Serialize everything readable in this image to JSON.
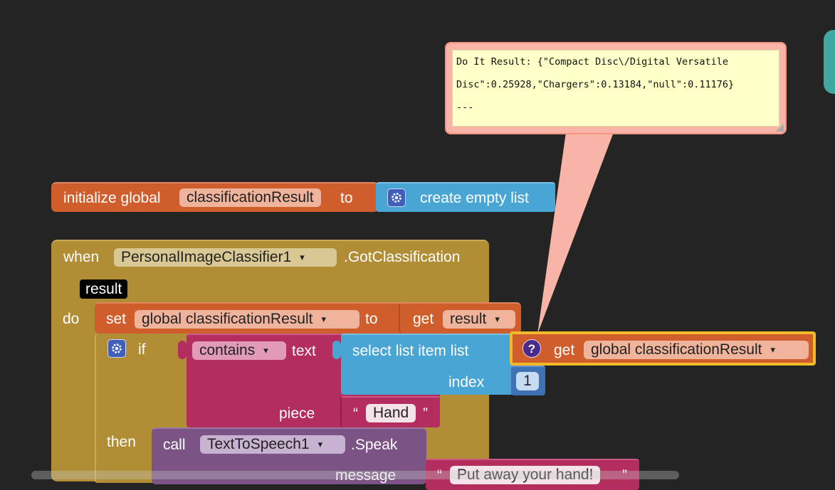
{
  "comment": {
    "lines": [
      "Do It Result: {\"Compact Disc\\/Digital Versatile",
      "Disc\":0.25928,\"Chargers\":0.13184,\"null\":0.11176}",
      "---"
    ]
  },
  "init_block": {
    "keyword": "initialize global",
    "var_name": "classificationResult",
    "to": "to",
    "list_block": "create empty list"
  },
  "event_block": {
    "when": "when",
    "component": "PersonalImageClassifier1",
    "event": ".GotClassification",
    "param": "result",
    "do": "do"
  },
  "set_block": {
    "set": "set",
    "var": "global classificationResult",
    "to": "to",
    "get": "get",
    "get_var": "result"
  },
  "if_block": {
    "if": "if",
    "contains": "contains",
    "text": "text",
    "piece": "piece",
    "then": "then"
  },
  "select_block": {
    "label": "select list item  list",
    "index": "index",
    "index_value": "1"
  },
  "get_global": {
    "get": "get",
    "var": "global classificationResult",
    "warning_icon": "?"
  },
  "text_hand": {
    "open_quote": "“",
    "value": "Hand",
    "close_quote": "”"
  },
  "call_block": {
    "call": "call",
    "component": "TextToSpeech1",
    "method": ".Speak",
    "message": "message"
  },
  "text_message": {
    "open_quote": "“",
    "value": "Put away your hand!",
    "close_quote": "”"
  },
  "colors": {
    "variable": "#d05e2d",
    "event": "#b18e35",
    "control": "#b18e35",
    "text": "#b32d5e",
    "list": "#49a6d4",
    "procedure": "#7c5385",
    "math": "#3f71b5",
    "highlight": "#f2b928",
    "comment_bg": "#ffffc7",
    "comment_border": "#f9a79a"
  }
}
